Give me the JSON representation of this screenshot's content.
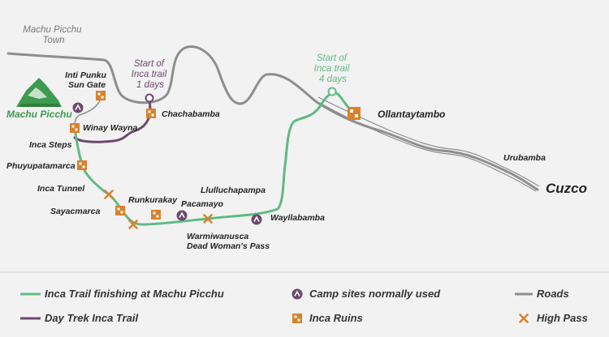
{
  "colors": {
    "background": "#f2f2f2",
    "inca_trail": "#5fba84",
    "day_trek": "#6b4a6e",
    "roads": "#8e8e8e",
    "ruins": "#d9822b",
    "camp": "#6b4a6e",
    "divider": "#cfcfcf",
    "machu_picchu_label": "#3e9a4e"
  },
  "places": {
    "machu_picchu_town": [
      "Machu Picchu",
      "Town"
    ],
    "start_1day": [
      "Start of",
      "Inca trail",
      "1 days"
    ],
    "start_4days": [
      "Start of",
      "Inca trail",
      "4 days"
    ],
    "inti_punku": [
      "Inti Punku",
      "Sun Gate"
    ],
    "machu_picchu": "Machu Picchu",
    "chachabamba": "Chachabamba",
    "winay_wayna": "Winay Wayna",
    "inca_steps": "Inca Steps",
    "phuyupatamarca": "Phuyupatamarca",
    "inca_tunnel": "Inca Tunnel",
    "sayacmarca": "Sayacmarca",
    "runkurakay": "Runkurakay",
    "pacamayo": "Pacamayo",
    "llulluchapampa": "Llulluchapampa",
    "warmiwanusca": [
      "Warmiwanusca",
      "Dead Woman's Pass"
    ],
    "wayllabamba": "Wayllabamba",
    "ollantaytambo": "Ollantaytambo",
    "urubamba": "Urubamba",
    "cuzco": "Cuzco"
  },
  "legend": {
    "inca_trail": "Inca Trail finishing at Machu Picchu",
    "day_trek": "Day Trek Inca Trail",
    "camp_sites": "Camp sites normally used",
    "inca_ruins": "Inca Ruins",
    "roads": "Roads",
    "high_pass": "High Pass"
  },
  "icons": {
    "camp": "camp-site-icon",
    "ruins": "inca-ruins-icon",
    "high_pass": "high-pass-icon",
    "mountain": "machu-picchu-mountain-icon"
  }
}
